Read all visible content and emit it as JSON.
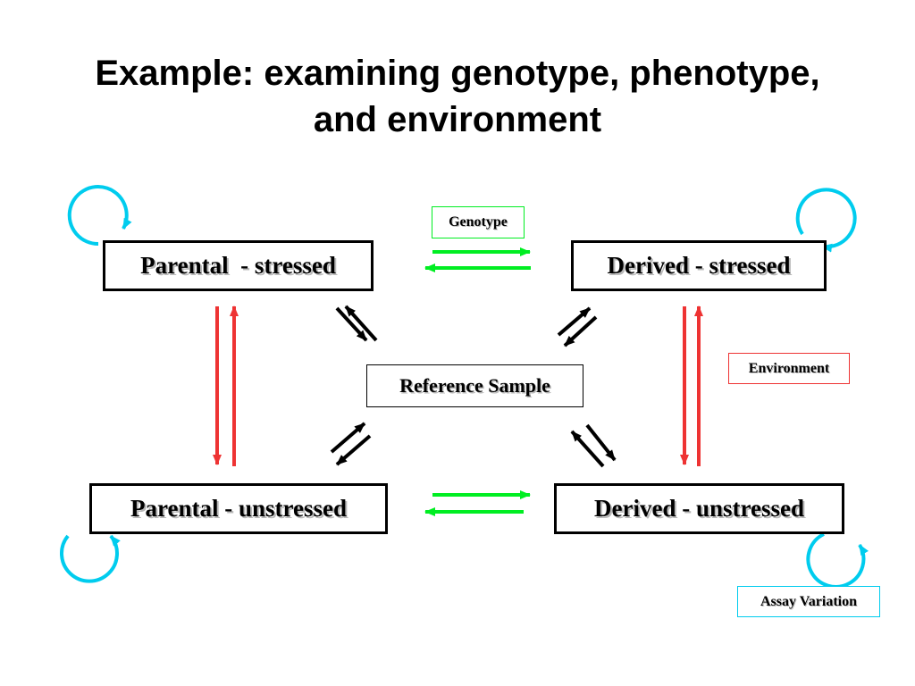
{
  "slide": {
    "title_line1": "Example: examining genotype, phenotype,",
    "title_line2": "and environment"
  },
  "nodes": {
    "parental_stressed": "Parental  - stressed",
    "derived_stressed": "Derived - stressed",
    "parental_unstressed": "Parental - unstressed",
    "derived_unstressed": "Derived - unstressed",
    "reference": "Reference Sample"
  },
  "legend": {
    "genotype": "Genotype",
    "environment": "Environment",
    "assay_variation": "Assay Variation"
  },
  "colors": {
    "genotype": "#00ee22",
    "environment": "#ee3333",
    "assay_variation": "#00ccee",
    "reference_link": "#000000"
  }
}
